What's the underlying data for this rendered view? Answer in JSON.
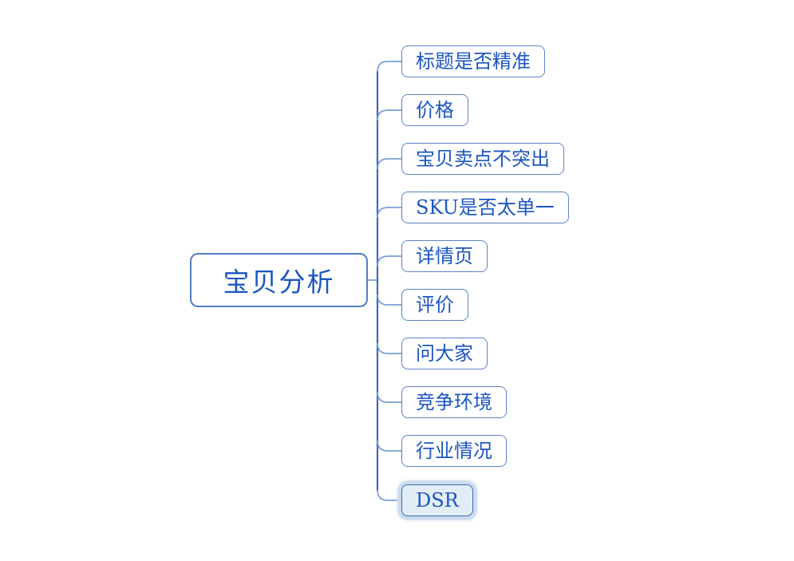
{
  "diagram": {
    "type": "mindmap",
    "root": {
      "label": "宝贝分析"
    },
    "children": [
      {
        "label": "标题是否精准",
        "selected": false
      },
      {
        "label": "价格",
        "selected": false
      },
      {
        "label": "宝贝卖点不突出",
        "selected": false
      },
      {
        "label": "SKU是否太单一",
        "selected": false
      },
      {
        "label": "详情页",
        "selected": false
      },
      {
        "label": "评价",
        "selected": false
      },
      {
        "label": "问大家",
        "selected": false
      },
      {
        "label": "竞争环境",
        "selected": false
      },
      {
        "label": "行业情况",
        "selected": false
      },
      {
        "label": "DSR",
        "selected": true
      }
    ],
    "colors": {
      "background": "#ffffff",
      "text": "#1c56c0",
      "root_border": "#4f7ec4",
      "node_border": "#5b82c8",
      "trunk_line": "#3e6bb0",
      "branch_line": "#7b9fd4",
      "selected_fill": "#e3edf6",
      "selected_border": "#3a6cae",
      "selected_halo": "#ccdcec"
    }
  }
}
